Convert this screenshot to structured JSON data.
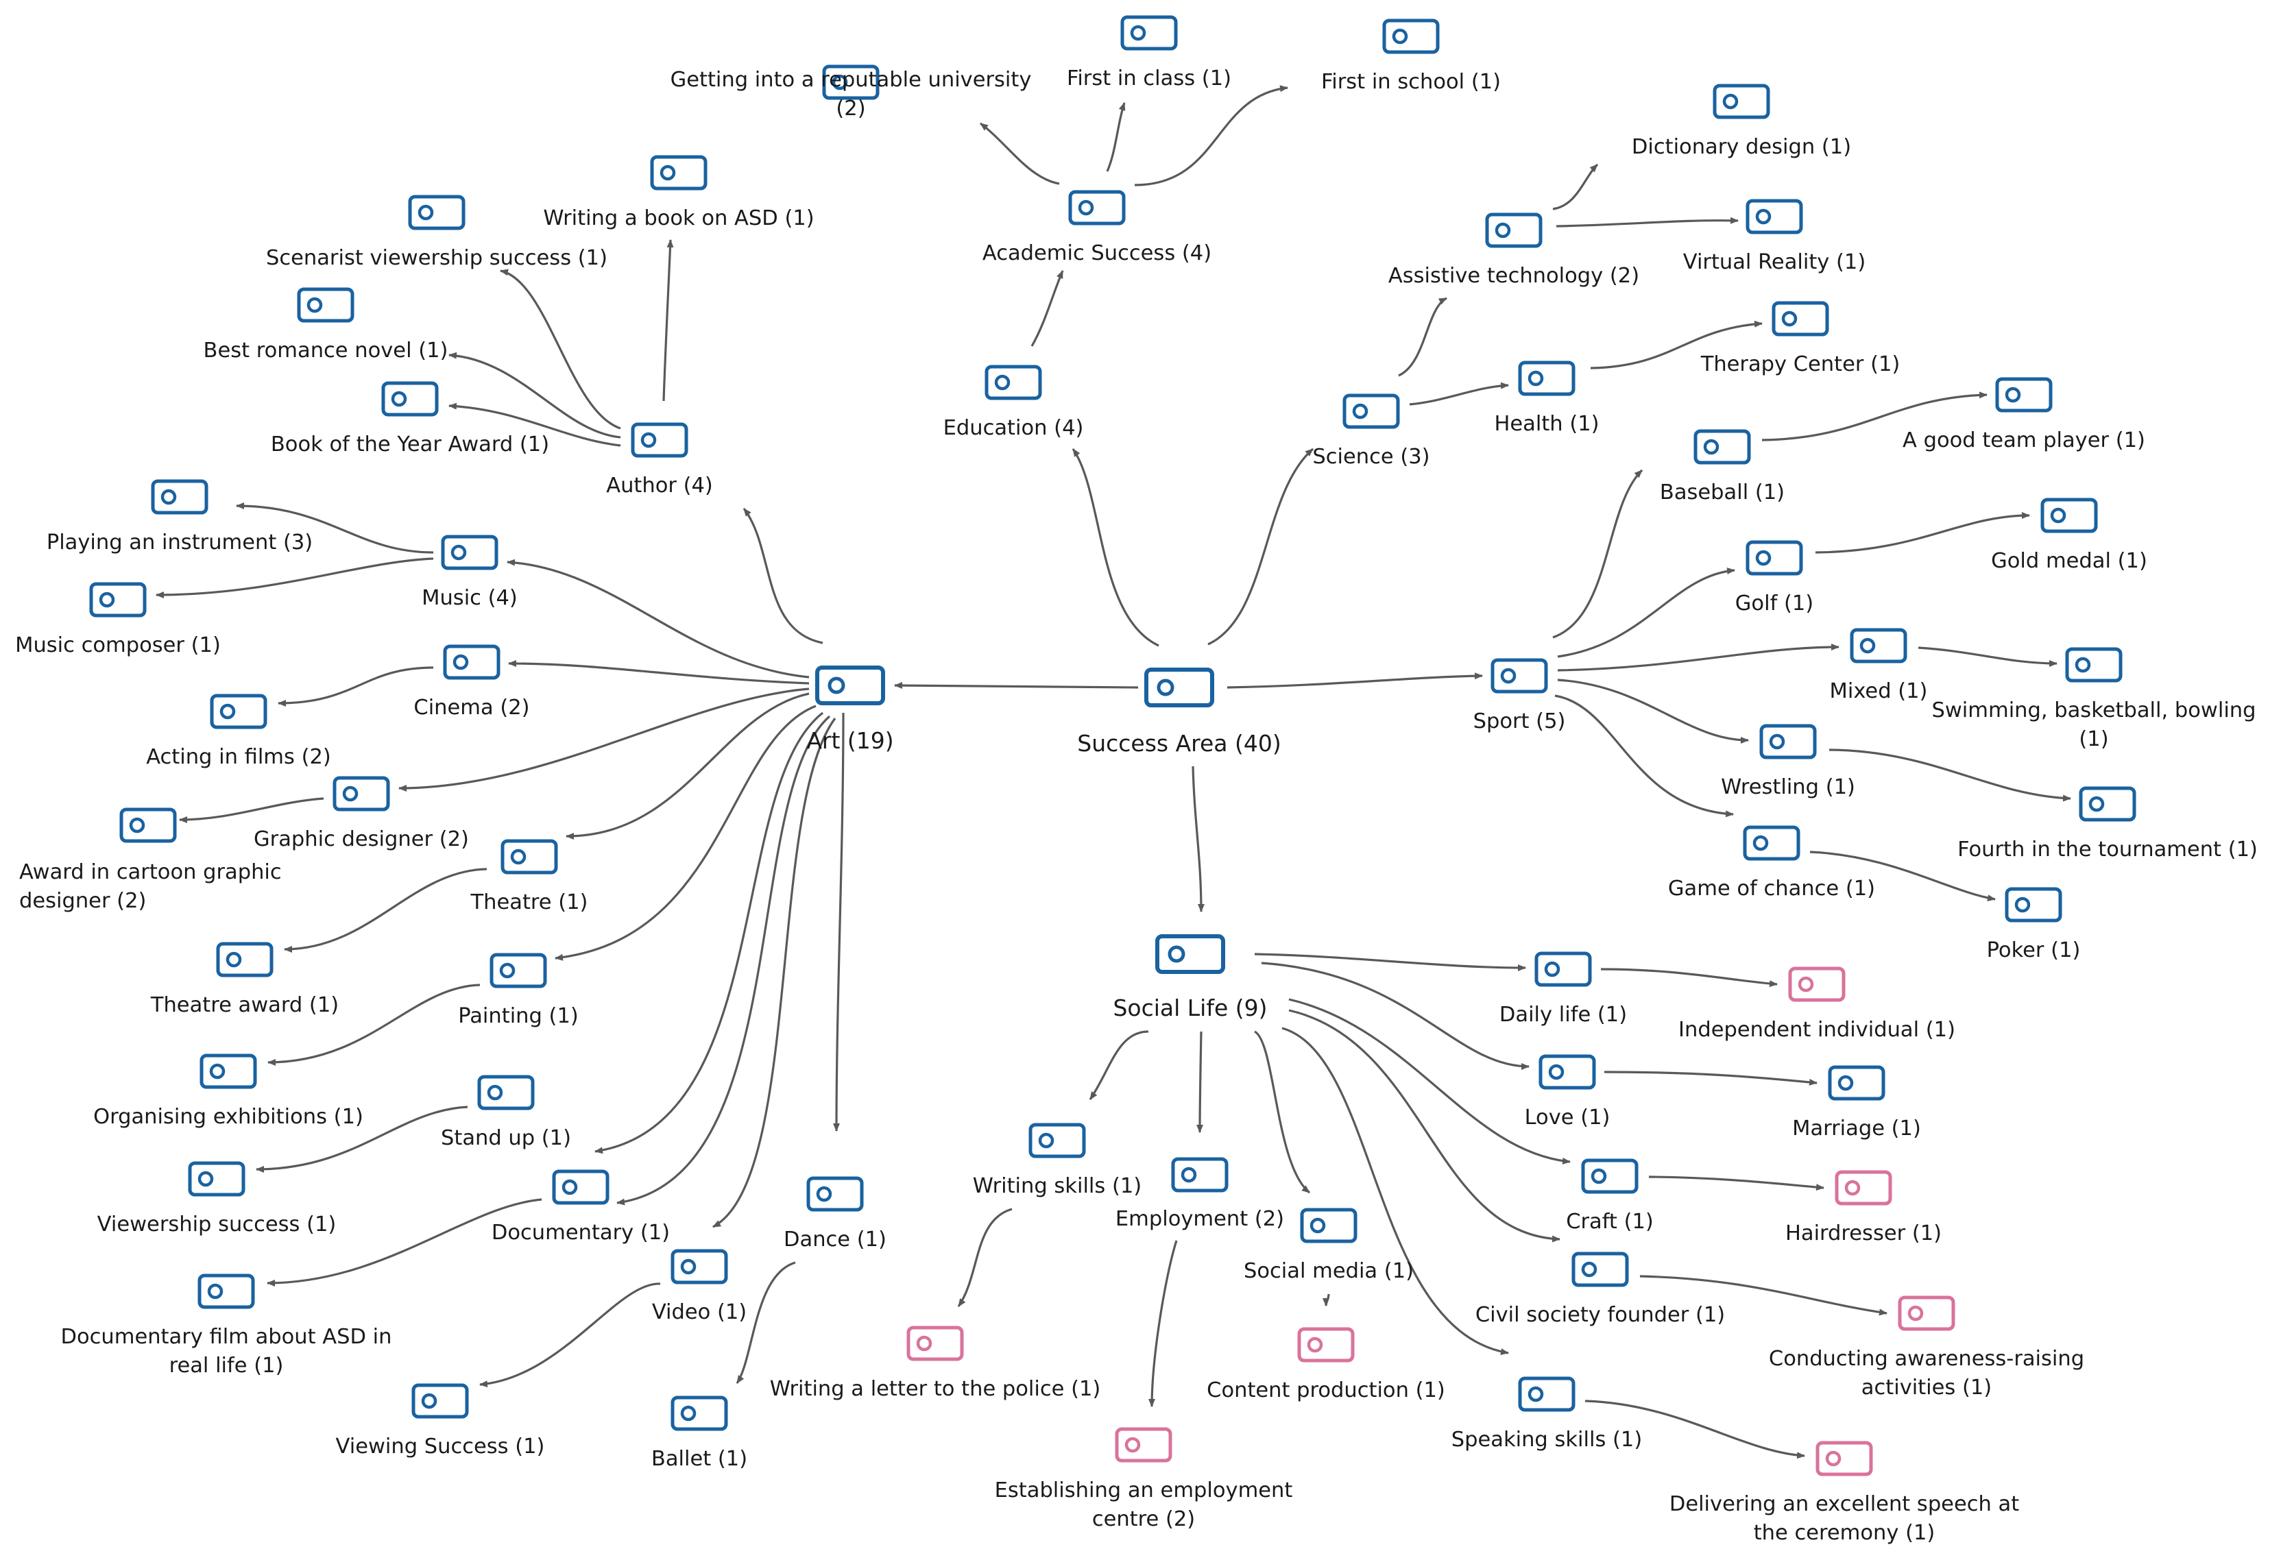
{
  "colors": {
    "blue": "#1a62a0",
    "pink": "#d9739b",
    "edge": "#595959",
    "text": "#1a1a1a"
  },
  "nodes": [
    {
      "id": "root",
      "lines": [
        "Success Area (40)"
      ],
      "color": "blue",
      "big": true
    },
    {
      "id": "art",
      "lines": [
        "Art (19)"
      ],
      "color": "blue",
      "big": true
    },
    {
      "id": "author",
      "lines": [
        "Author (4)"
      ],
      "color": "blue"
    },
    {
      "id": "writing_book",
      "lines": [
        "Writing a book on ASD (1)"
      ],
      "color": "blue"
    },
    {
      "id": "scenarist",
      "lines": [
        "Scenarist viewership success (1)"
      ],
      "color": "blue"
    },
    {
      "id": "romance",
      "lines": [
        "Best romance novel (1)"
      ],
      "color": "blue"
    },
    {
      "id": "book_year",
      "lines": [
        "Book of the Year Award (1)"
      ],
      "color": "blue"
    },
    {
      "id": "music",
      "lines": [
        "Music  (4)"
      ],
      "color": "blue"
    },
    {
      "id": "instrument",
      "lines": [
        "Playing an instrument  (3)"
      ],
      "color": "blue"
    },
    {
      "id": "composer",
      "lines": [
        "Music composer (1)"
      ],
      "color": "blue"
    },
    {
      "id": "cinema",
      "lines": [
        "Cinema (2)"
      ],
      "color": "blue"
    },
    {
      "id": "acting",
      "lines": [
        "Acting in films (2)"
      ],
      "color": "blue"
    },
    {
      "id": "graphic",
      "lines": [
        "Graphic designer (2)"
      ],
      "color": "blue"
    },
    {
      "id": "cartoon",
      "lines": [
        "Award in cartoon graphic",
        "designer (2)"
      ],
      "color": "blue",
      "align": "start"
    },
    {
      "id": "theatre",
      "lines": [
        "Theatre (1)"
      ],
      "color": "blue"
    },
    {
      "id": "theatre_award",
      "lines": [
        "Theatre award (1)"
      ],
      "color": "blue"
    },
    {
      "id": "painting",
      "lines": [
        "Painting (1)"
      ],
      "color": "blue"
    },
    {
      "id": "exhibitions",
      "lines": [
        "Organising exhibitions (1)"
      ],
      "color": "blue"
    },
    {
      "id": "standup",
      "lines": [
        "Stand up (1)"
      ],
      "color": "blue"
    },
    {
      "id": "viewership",
      "lines": [
        "Viewership success (1)"
      ],
      "color": "blue"
    },
    {
      "id": "documentary",
      "lines": [
        "Documentary  (1)"
      ],
      "color": "blue"
    },
    {
      "id": "doc_film",
      "lines": [
        "Documentary film about ASD in",
        "real life (1)"
      ],
      "color": "blue"
    },
    {
      "id": "video",
      "lines": [
        "Video (1)"
      ],
      "color": "blue"
    },
    {
      "id": "viewing",
      "lines": [
        "Viewing Success (1)"
      ],
      "color": "blue"
    },
    {
      "id": "dance",
      "lines": [
        "Dance  (1)"
      ],
      "color": "blue"
    },
    {
      "id": "ballet",
      "lines": [
        "Ballet (1)"
      ],
      "color": "blue"
    },
    {
      "id": "education",
      "lines": [
        "Education (4)"
      ],
      "color": "blue"
    },
    {
      "id": "academic",
      "lines": [
        "Academic Success (4)"
      ],
      "color": "blue"
    },
    {
      "id": "university",
      "lines": [
        "Getting into a reputable university",
        "(2)"
      ],
      "color": "blue"
    },
    {
      "id": "first_class",
      "lines": [
        "First in class (1)"
      ],
      "color": "blue"
    },
    {
      "id": "first_school",
      "lines": [
        "First in school (1)"
      ],
      "color": "blue"
    },
    {
      "id": "science",
      "lines": [
        "Science (3)"
      ],
      "color": "blue"
    },
    {
      "id": "assistive",
      "lines": [
        "Assistive technology (2)"
      ],
      "color": "blue"
    },
    {
      "id": "dictionary",
      "lines": [
        "Dictionary design (1)"
      ],
      "color": "blue"
    },
    {
      "id": "vr",
      "lines": [
        "Virtual Reality (1)"
      ],
      "color": "blue"
    },
    {
      "id": "health",
      "lines": [
        "Health (1)"
      ],
      "color": "blue"
    },
    {
      "id": "therapy",
      "lines": [
        "Therapy Center (1)"
      ],
      "color": "blue"
    },
    {
      "id": "sport",
      "lines": [
        "Sport (5)"
      ],
      "color": "blue"
    },
    {
      "id": "baseball",
      "lines": [
        "Baseball  (1)"
      ],
      "color": "blue"
    },
    {
      "id": "team_player",
      "lines": [
        "A good team player  (1)"
      ],
      "color": "blue"
    },
    {
      "id": "golf",
      "lines": [
        "Golf (1)"
      ],
      "color": "blue"
    },
    {
      "id": "gold",
      "lines": [
        "Gold medal (1)"
      ],
      "color": "blue"
    },
    {
      "id": "mixed",
      "lines": [
        "Mixed (1)"
      ],
      "color": "blue"
    },
    {
      "id": "swimming",
      "lines": [
        "Swimming, basketball, bowling",
        "(1)"
      ],
      "color": "blue"
    },
    {
      "id": "wrestling",
      "lines": [
        "Wrestling (1)"
      ],
      "color": "blue"
    },
    {
      "id": "fourth",
      "lines": [
        "Fourth in the tournament (1)"
      ],
      "color": "blue"
    },
    {
      "id": "chance",
      "lines": [
        "Game of chance (1)"
      ],
      "color": "blue"
    },
    {
      "id": "poker",
      "lines": [
        "Poker (1)"
      ],
      "color": "blue"
    },
    {
      "id": "social",
      "lines": [
        "Social Life (9)"
      ],
      "color": "blue",
      "big": true
    },
    {
      "id": "daily",
      "lines": [
        "Daily life (1)"
      ],
      "color": "blue"
    },
    {
      "id": "independent",
      "lines": [
        "Independent individual (1)"
      ],
      "color": "pink"
    },
    {
      "id": "love",
      "lines": [
        "Love  (1)"
      ],
      "color": "blue"
    },
    {
      "id": "marriage",
      "lines": [
        "Marriage (1)"
      ],
      "color": "blue"
    },
    {
      "id": "craft",
      "lines": [
        "Craft (1)"
      ],
      "color": "blue"
    },
    {
      "id": "hairdresser",
      "lines": [
        "Hairdresser (1)"
      ],
      "color": "pink"
    },
    {
      "id": "civil",
      "lines": [
        "Civil society founder (1)"
      ],
      "color": "blue"
    },
    {
      "id": "awareness",
      "lines": [
        "Conducting awareness-raising",
        "activities (1)"
      ],
      "color": "pink"
    },
    {
      "id": "speaking",
      "lines": [
        "Speaking skills (1)"
      ],
      "color": "blue"
    },
    {
      "id": "speech",
      "lines": [
        "Delivering an excellent speech at",
        "the ceremony (1)"
      ],
      "color": "pink"
    },
    {
      "id": "writing_skills",
      "lines": [
        "Writing skills (1)"
      ],
      "color": "blue"
    },
    {
      "id": "police",
      "lines": [
        "Writing a letter to the police (1)"
      ],
      "color": "pink"
    },
    {
      "id": "employment",
      "lines": [
        "Employment  (2)"
      ],
      "color": "blue"
    },
    {
      "id": "emp_centre",
      "lines": [
        "Establishing an employment",
        "centre (2)"
      ],
      "color": "pink"
    },
    {
      "id": "social_media",
      "lines": [
        "Social media  (1)"
      ],
      "color": "blue"
    },
    {
      "id": "content",
      "lines": [
        "Content production (1)"
      ],
      "color": "pink"
    }
  ],
  "edges": [
    [
      "root",
      "art"
    ],
    [
      "root",
      "education"
    ],
    [
      "root",
      "science"
    ],
    [
      "root",
      "sport"
    ],
    [
      "root",
      "social"
    ],
    [
      "art",
      "author"
    ],
    [
      "art",
      "music"
    ],
    [
      "art",
      "cinema"
    ],
    [
      "art",
      "graphic"
    ],
    [
      "art",
      "theatre"
    ],
    [
      "art",
      "painting"
    ],
    [
      "art",
      "standup"
    ],
    [
      "art",
      "documentary"
    ],
    [
      "art",
      "video"
    ],
    [
      "art",
      "dance"
    ],
    [
      "author",
      "writing_book"
    ],
    [
      "author",
      "scenarist"
    ],
    [
      "author",
      "romance"
    ],
    [
      "author",
      "book_year"
    ],
    [
      "music",
      "instrument"
    ],
    [
      "music",
      "composer"
    ],
    [
      "cinema",
      "acting"
    ],
    [
      "graphic",
      "cartoon"
    ],
    [
      "theatre",
      "theatre_award"
    ],
    [
      "painting",
      "exhibitions"
    ],
    [
      "standup",
      "viewership"
    ],
    [
      "documentary",
      "doc_film"
    ],
    [
      "video",
      "viewing"
    ],
    [
      "dance",
      "ballet"
    ],
    [
      "education",
      "academic"
    ],
    [
      "academic",
      "university"
    ],
    [
      "academic",
      "first_class"
    ],
    [
      "academic",
      "first_school"
    ],
    [
      "science",
      "assistive"
    ],
    [
      "science",
      "health"
    ],
    [
      "assistive",
      "dictionary"
    ],
    [
      "assistive",
      "vr"
    ],
    [
      "health",
      "therapy"
    ],
    [
      "sport",
      "baseball"
    ],
    [
      "sport",
      "golf"
    ],
    [
      "sport",
      "mixed"
    ],
    [
      "sport",
      "wrestling"
    ],
    [
      "sport",
      "chance"
    ],
    [
      "baseball",
      "team_player"
    ],
    [
      "golf",
      "gold"
    ],
    [
      "mixed",
      "swimming"
    ],
    [
      "wrestling",
      "fourth"
    ],
    [
      "chance",
      "poker"
    ],
    [
      "social",
      "daily"
    ],
    [
      "social",
      "love"
    ],
    [
      "social",
      "craft"
    ],
    [
      "social",
      "civil"
    ],
    [
      "social",
      "speaking"
    ],
    [
      "social",
      "writing_skills"
    ],
    [
      "social",
      "employment"
    ],
    [
      "social",
      "social_media"
    ],
    [
      "daily",
      "independent"
    ],
    [
      "love",
      "marriage"
    ],
    [
      "craft",
      "hairdresser"
    ],
    [
      "civil",
      "awareness"
    ],
    [
      "speaking",
      "speech"
    ],
    [
      "writing_skills",
      "police"
    ],
    [
      "employment",
      "emp_centre"
    ],
    [
      "social_media",
      "content"
    ]
  ]
}
